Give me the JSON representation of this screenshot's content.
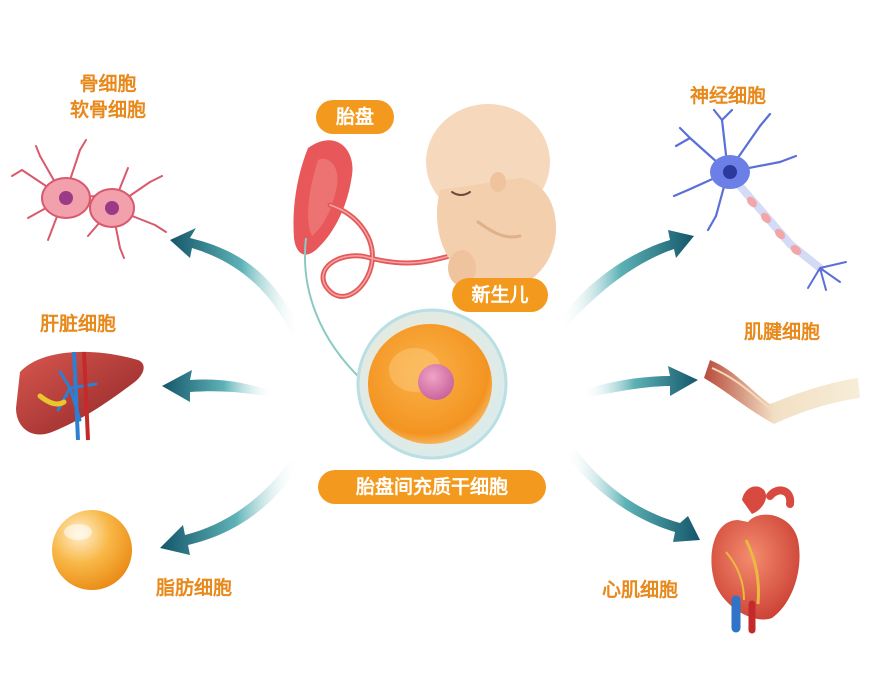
{
  "center": {
    "label": "胎盘间充质干细胞"
  },
  "top": {
    "placenta_label": "胎盘",
    "newborn_label": "新生儿"
  },
  "left": {
    "bone_line1": "骨细胞",
    "bone_line2": "软骨细胞",
    "liver": "肝脏细胞",
    "fat": "脂肪细胞"
  },
  "right": {
    "nerve": "神经细胞",
    "tendon": "肌腱细胞",
    "heart": "心肌细胞"
  },
  "colors": {
    "label_orange": "#e8891c",
    "pill_orange": "#f39a1e",
    "arrow_teal": "#1d6f7a",
    "placenta_red": "#e8585a",
    "skin": "#f6d8bd"
  }
}
